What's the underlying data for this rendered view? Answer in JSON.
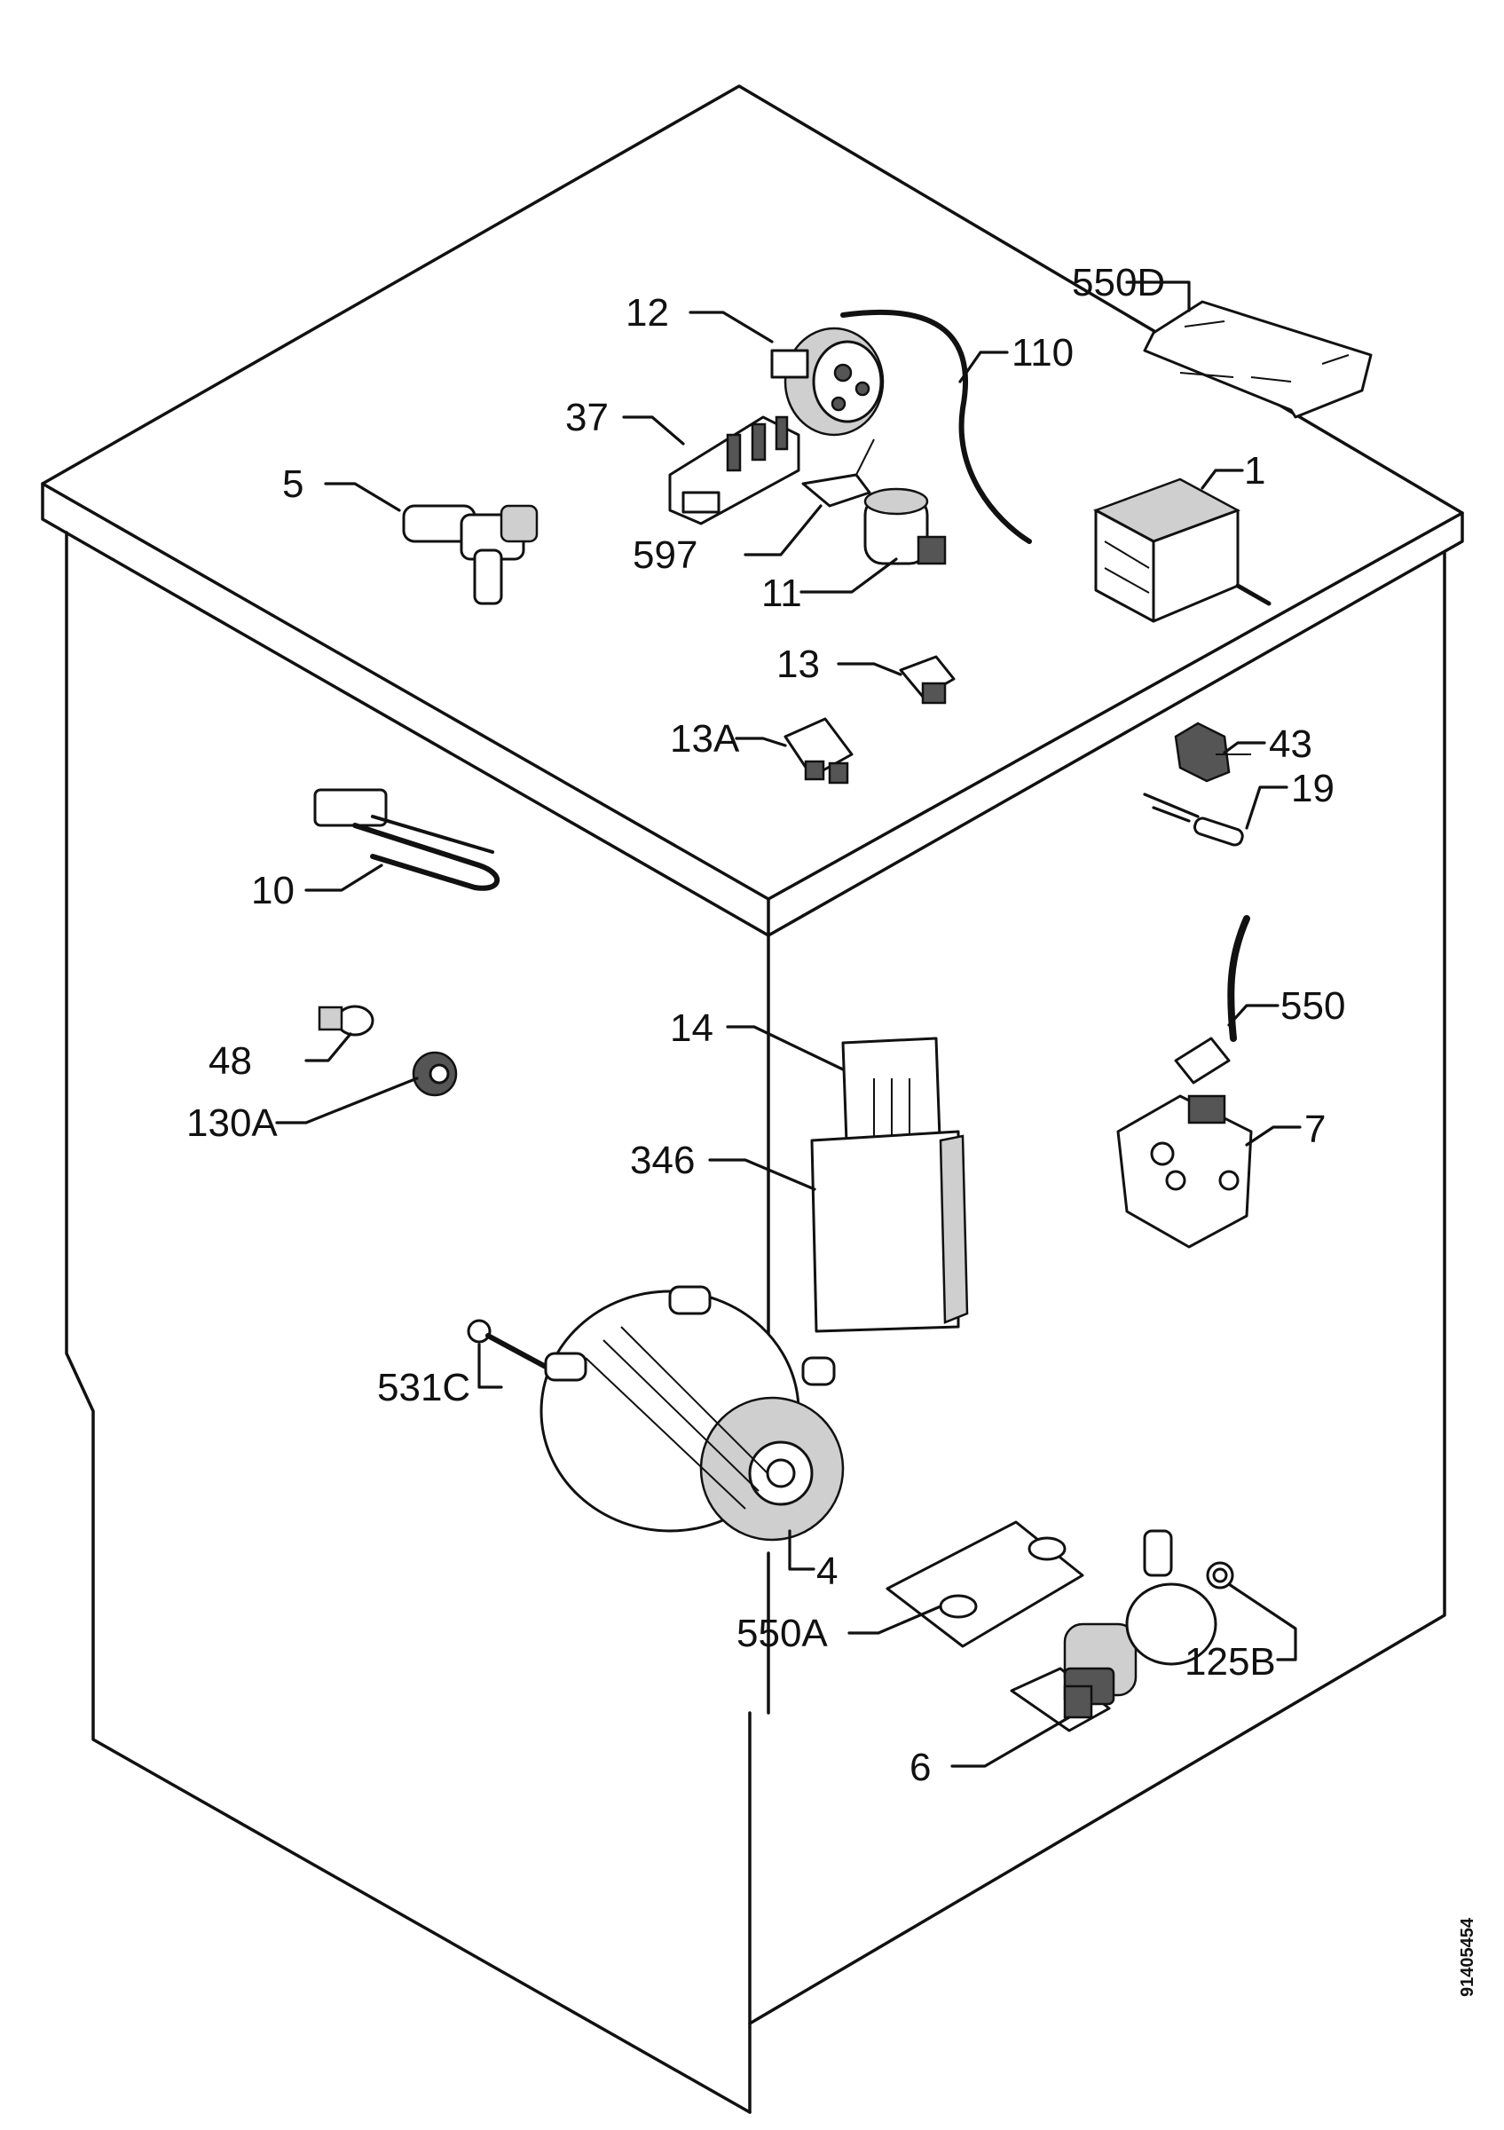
{
  "parts": [
    {
      "id": "p1",
      "label": "1"
    },
    {
      "id": "p4",
      "label": "4"
    },
    {
      "id": "p5",
      "label": "5"
    },
    {
      "id": "p6",
      "label": "6"
    },
    {
      "id": "p7",
      "label": "7"
    },
    {
      "id": "p10",
      "label": "10"
    },
    {
      "id": "p11",
      "label": "11"
    },
    {
      "id": "p12",
      "label": "12"
    },
    {
      "id": "p13",
      "label": "13"
    },
    {
      "id": "p13a",
      "label": "13A"
    },
    {
      "id": "p14",
      "label": "14"
    },
    {
      "id": "p19",
      "label": "19"
    },
    {
      "id": "p37",
      "label": "37"
    },
    {
      "id": "p43",
      "label": "43"
    },
    {
      "id": "p48",
      "label": "48"
    },
    {
      "id": "p110",
      "label": "110"
    },
    {
      "id": "p125b",
      "label": "125B"
    },
    {
      "id": "p130a",
      "label": "130A"
    },
    {
      "id": "p346",
      "label": "346"
    },
    {
      "id": "p531c",
      "label": "531C"
    },
    {
      "id": "p550",
      "label": "550"
    },
    {
      "id": "p550a",
      "label": "550A"
    },
    {
      "id": "p550d",
      "label": "550D"
    },
    {
      "id": "p597",
      "label": "597"
    }
  ],
  "document_number": "91405454"
}
